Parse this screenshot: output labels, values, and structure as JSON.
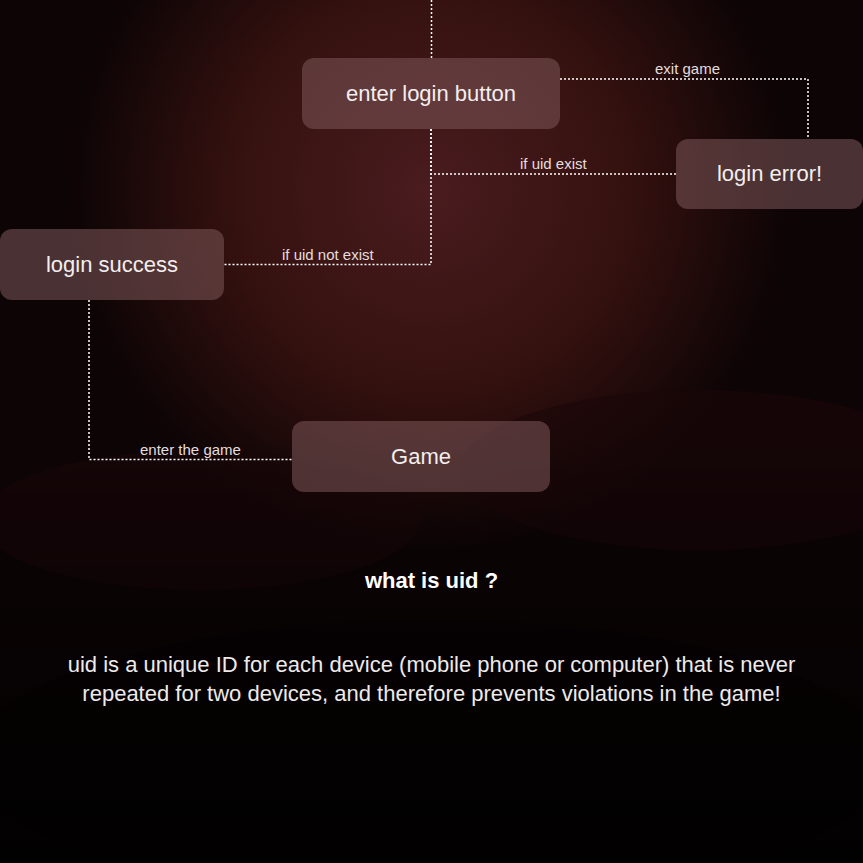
{
  "diagram": {
    "nodes": [
      {
        "text": [
          "enter login button"
        ]
      },
      {
        "text": [
          "login error!"
        ]
      },
      {
        "text": [
          "login success"
        ]
      },
      {
        "text": [
          "Game"
        ]
      }
    ],
    "edges": [
      {
        "from": 0,
        "to": 1,
        "label": "exit game",
        "arrow": "none"
      },
      {
        "from": 0,
        "to": 1,
        "label": "if uid exist",
        "arrow": "none"
      },
      {
        "from": 0,
        "to": 2,
        "label": "if uid not exist",
        "arrow": "none"
      },
      {
        "from": 2,
        "to": 3,
        "label": "enter the game",
        "arrow": "none"
      }
    ],
    "labels": [
      "what is uid ?",
      "uid is a unique ID for each device (mobile phone or computer) that is never repeated for two devices, and therefore prevents violations in the game!"
    ]
  }
}
